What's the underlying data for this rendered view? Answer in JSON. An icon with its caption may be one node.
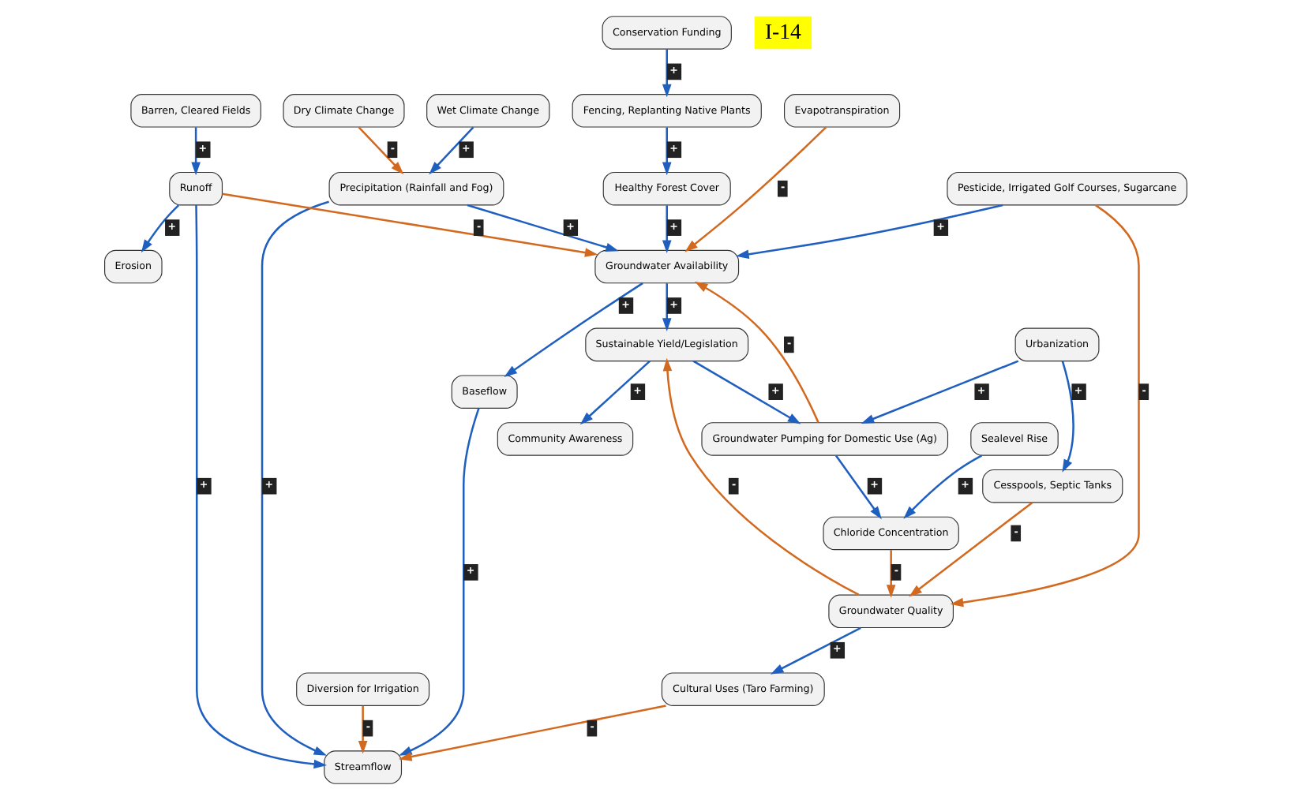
{
  "diagram": {
    "nodes": [
      {
        "text": [
          "Dry Climate Change"
        ]
      },
      {
        "text": [
          "Wet Climate Change"
        ]
      },
      {
        "text": [
          "Evapotranspiration"
        ]
      },
      {
        "text": [
          "Conservation Funding"
        ]
      },
      {
        "text": [
          "Fencing, Replanting Native Plants"
        ]
      },
      {
        "text": [
          "Healthy Forest Cover"
        ]
      },
      {
        "text": [
          "Groundwater Pumping for Domestic Use (Ag)"
        ]
      },
      {
        "text": [
          "Precipitation (Rainfall and Fog)"
        ]
      },
      {
        "text": [
          "Groundwater Availability"
        ]
      },
      {
        "text": [
          "Barren, Cleared Fields"
        ]
      },
      {
        "text": [
          "Runoff"
        ]
      },
      {
        "text": [
          "Urbanization"
        ]
      },
      {
        "text": [
          "Erosion"
        ]
      },
      {
        "text": [
          "Diversion for Irrigation"
        ]
      },
      {
        "text": [
          "Pesticide, Irrigated Golf Courses, Sugarcane"
        ]
      },
      {
        "text": [
          "Cesspools, Septic Tanks"
        ]
      },
      {
        "text": [
          "Baseflow"
        ]
      },
      {
        "text": [
          "Streamflow"
        ]
      },
      {
        "text": [
          "Chloride Concentration"
        ]
      },
      {
        "text": [
          "Groundwater Quality"
        ]
      },
      {
        "text": [
          "Cultural Uses (Taro Farming)"
        ]
      },
      {
        "text": [
          "Sealevel Rise"
        ]
      },
      {
        "text": [
          "Community Awareness"
        ]
      },
      {
        "text": [
          "Sustainable Yield/Legislation"
        ]
      }
    ],
    "edges": [
      {
        "from": 0,
        "to": 7,
        "arrow": "to",
        "label": "-",
        "color": "#d2691e"
      },
      {
        "from": 1,
        "to": 7,
        "arrow": "to",
        "label": "+"
      },
      {
        "from": 3,
        "to": 4,
        "arrow": "to",
        "label": "+"
      },
      {
        "from": 4,
        "to": 5,
        "arrow": "to",
        "label": "+"
      },
      {
        "from": 2,
        "to": 8,
        "arrow": "to",
        "label": "-",
        "color": "#d2691e"
      },
      {
        "from": 5,
        "to": 8,
        "arrow": "to",
        "label": "+"
      },
      {
        "from": 6,
        "to": 8,
        "arrow": "to",
        "label": "-",
        "color": "#d2691e"
      },
      {
        "from": 7,
        "to": 8,
        "arrow": "to",
        "label": "+"
      },
      {
        "from": 9,
        "to": 10,
        "arrow": "to",
        "label": "+"
      },
      {
        "from": 10,
        "to": 8,
        "arrow": "to",
        "label": "-",
        "color": "#d2691e"
      },
      {
        "from": 10,
        "to": 12,
        "arrow": "to",
        "label": "+"
      },
      {
        "from": 7,
        "to": 17,
        "arrow": "to",
        "label": "+"
      },
      {
        "from": 10,
        "to": 17,
        "arrow": "to",
        "label": "+"
      },
      {
        "from": 8,
        "to": 16,
        "arrow": "to",
        "label": "+"
      },
      {
        "from": 16,
        "to": 17,
        "arrow": "to",
        "label": "+"
      },
      {
        "from": 13,
        "to": 17,
        "arrow": "to",
        "label": "-",
        "color": "#d2691e"
      },
      {
        "from": 14,
        "to": 8,
        "arrow": "to",
        "label": "+"
      },
      {
        "from": 6,
        "to": 18,
        "arrow": "to",
        "label": "+"
      },
      {
        "from": 11,
        "to": 6,
        "arrow": "to",
        "label": "+"
      },
      {
        "from": 11,
        "to": 15,
        "arrow": "to",
        "label": "+"
      },
      {
        "from": 23,
        "to": 6,
        "arrow": "to",
        "label": "+"
      },
      {
        "from": 8,
        "to": 23,
        "arrow": "to",
        "label": "+"
      },
      {
        "from": 15,
        "to": 19,
        "arrow": "to",
        "label": "-",
        "color": "#d2691e"
      },
      {
        "from": 14,
        "to": 19,
        "arrow": "to",
        "label": "-",
        "color": "#d2691e"
      },
      {
        "from": 18,
        "to": 19,
        "arrow": "to",
        "label": "-",
        "color": "#d2691e"
      },
      {
        "from": 19,
        "to": 23,
        "arrow": "to",
        "label": "-",
        "color": "#d2691e"
      },
      {
        "from": 19,
        "to": 20,
        "arrow": "to",
        "label": "+"
      },
      {
        "from": 20,
        "to": 17,
        "arrow": "to",
        "label": "-",
        "color": "#d2691e"
      },
      {
        "from": 21,
        "to": 18,
        "arrow": "to",
        "label": "+"
      },
      {
        "from": 23,
        "to": 22,
        "arrow": "to",
        "label": "+"
      }
    ],
    "labels": [
      "I-14"
    ]
  }
}
